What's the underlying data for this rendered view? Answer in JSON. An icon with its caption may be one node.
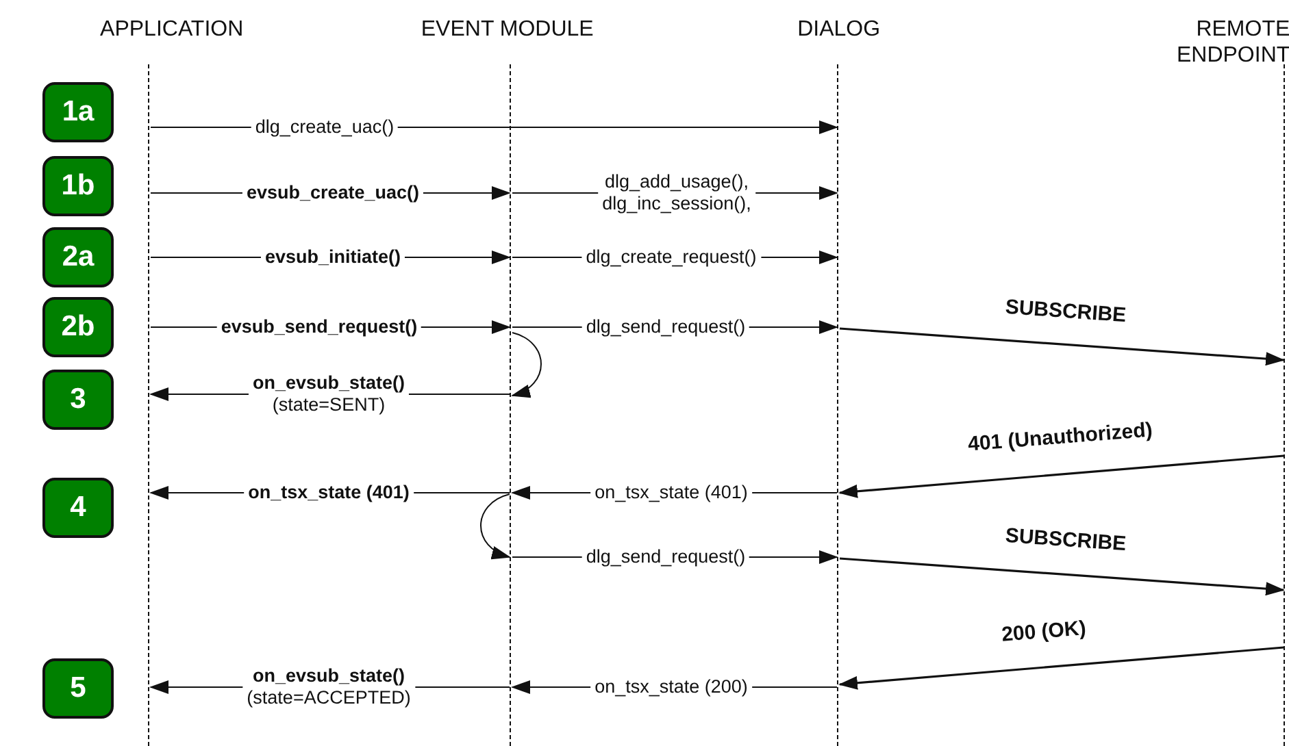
{
  "diagram": {
    "nodes": [
      {
        "text": [
          "APPLICATION"
        ]
      },
      {
        "text": [
          "EVENT MODULE"
        ]
      },
      {
        "text": [
          "DIALOG"
        ]
      },
      {
        "text": [
          "REMOTE ENDPOINT"
        ]
      },
      {
        "text": [
          "1a"
        ]
      },
      {
        "text": [
          "1b"
        ]
      },
      {
        "text": [
          "2a"
        ]
      },
      {
        "text": [
          "2b"
        ]
      },
      {
        "text": [
          "3"
        ]
      },
      {
        "text": [
          "4"
        ]
      },
      {
        "text": [
          "5"
        ]
      }
    ],
    "edges": [
      {
        "from": 0,
        "to": 2,
        "arrow": "to",
        "label": "dlg_create_uac()"
      },
      {
        "from": 0,
        "to": 1,
        "arrow": "to",
        "label": "evsub_create_uac()"
      },
      {
        "from": 1,
        "to": 2,
        "arrow": "to",
        "label": "dlg_add_usage(), dlg_inc_session(),"
      },
      {
        "from": 0,
        "to": 1,
        "arrow": "to",
        "label": "evsub_initiate()"
      },
      {
        "from": 1,
        "to": 2,
        "arrow": "to",
        "label": "dlg_create_request()"
      },
      {
        "from": 0,
        "to": 1,
        "arrow": "to",
        "label": "evsub_send_request()"
      },
      {
        "from": 1,
        "to": 2,
        "arrow": "to",
        "label": "dlg_send_request()"
      },
      {
        "from": 2,
        "to": 3,
        "arrow": "to",
        "label": "SUBSCRIBE"
      },
      {
        "from": 1,
        "to": 1,
        "arrow": "to"
      },
      {
        "from": 1,
        "to": 0,
        "arrow": "to",
        "label": "**on_evsub_state()** (state=SENT)"
      },
      {
        "from": 3,
        "to": 2,
        "arrow": "to",
        "label": "401 (Unauthorized)"
      },
      {
        "from": 2,
        "to": 1,
        "arrow": "to",
        "label": "on_tsx_state (401)"
      },
      {
        "from": 1,
        "to": 0,
        "arrow": "to",
        "label": "on_tsx_state (401)"
      },
      {
        "from": 1,
        "to": 1,
        "arrow": "to"
      },
      {
        "from": 1,
        "to": 2,
        "arrow": "to",
        "label": "dlg_send_request()"
      },
      {
        "from": 2,
        "to": 3,
        "arrow": "to",
        "label": "SUBSCRIBE"
      },
      {
        "from": 3,
        "to": 2,
        "arrow": "to",
        "label": "200 (OK)"
      },
      {
        "from": 2,
        "to": 1,
        "arrow": "to",
        "label": "on_tsx_state (200)"
      },
      {
        "from": 1,
        "to": 0,
        "arrow": "to",
        "label": "**on_evsub_state()** (state=ACCEPTED)"
      }
    ]
  }
}
